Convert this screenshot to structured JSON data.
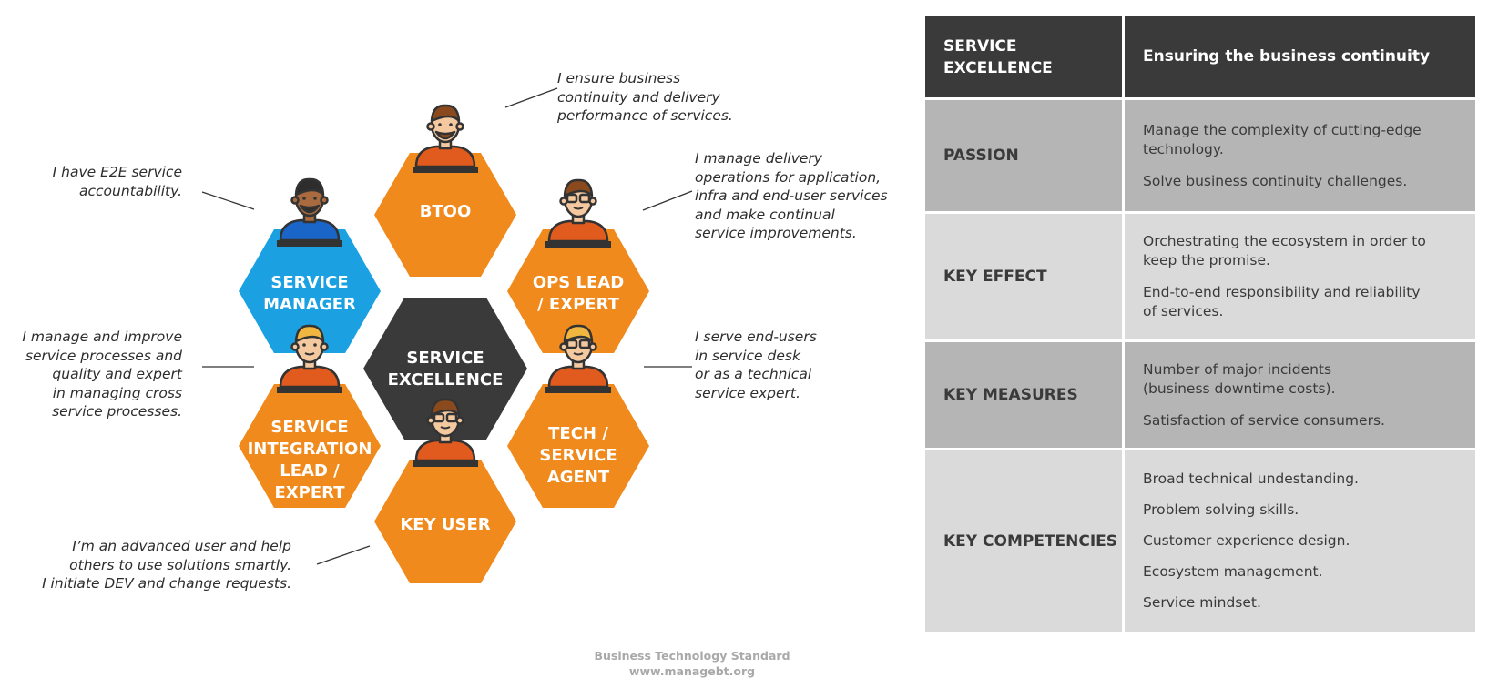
{
  "diagram": {
    "center": "SERVICE\nEXCELLENCE",
    "roles": [
      {
        "id": "btoo",
        "label": "BTOO",
        "color": "#f08a1c"
      },
      {
        "id": "ops",
        "label": "OPS LEAD\n/ EXPERT",
        "color": "#f08a1c"
      },
      {
        "id": "tech",
        "label": "TECH /\nSERVICE\nAGENT",
        "color": "#f08a1c"
      },
      {
        "id": "keyuser",
        "label": "KEY USER",
        "color": "#f08a1c"
      },
      {
        "id": "sil",
        "label": "SERVICE\nINTEGRATION\nLEAD /\nEXPERT",
        "color": "#f08a1c"
      },
      {
        "id": "sm",
        "label": "SERVICE\nMANAGER",
        "color": "#1ba1e2"
      }
    ],
    "center_color": "#3a3a3a",
    "quotes": {
      "btoo": "I ensure business\ncontinuity and delivery\nperformance of services.",
      "ops": "I manage delivery\noperations for application,\ninfra and end-user services\nand make continual\nservice improvements.",
      "tech": "I serve end-users\nin service desk\nor as a technical\nservice expert.",
      "keyuser": "I’m an advanced user and help\nothers to use solutions smartly.\nI initiate DEV and change requests.",
      "sil": "I manage and improve\nservice processes and\nquality and expert\nin managing cross\nservice processes.",
      "sm": "I have E2E service\naccountability."
    }
  },
  "footer": {
    "line1": "Business Technology Standard",
    "line2": "www.managebt.org"
  },
  "table": {
    "header": {
      "left": "SERVICE\nEXCELLENCE",
      "right": "Ensuring the business continuity"
    },
    "rows": [
      {
        "label": "PASSION",
        "items": [
          "Manage the complexity of cutting-edge\ntechnology.",
          "Solve business continuity challenges."
        ]
      },
      {
        "label": "KEY EFFECT",
        "items": [
          "Orchestrating the ecosystem in order to\nkeep the promise.",
          "End-to-end responsibility and reliability\nof services."
        ]
      },
      {
        "label": "KEY MEASURES",
        "items": [
          "Number of major incidents\n(business downtime costs).",
          "Satisfaction of service consumers."
        ]
      },
      {
        "label": "KEY COMPETENCIES",
        "items": [
          "Broad technical undestanding.",
          "Problem solving skills.",
          "Customer experience design.",
          "Ecosystem management.",
          "Service mindset."
        ]
      }
    ]
  }
}
